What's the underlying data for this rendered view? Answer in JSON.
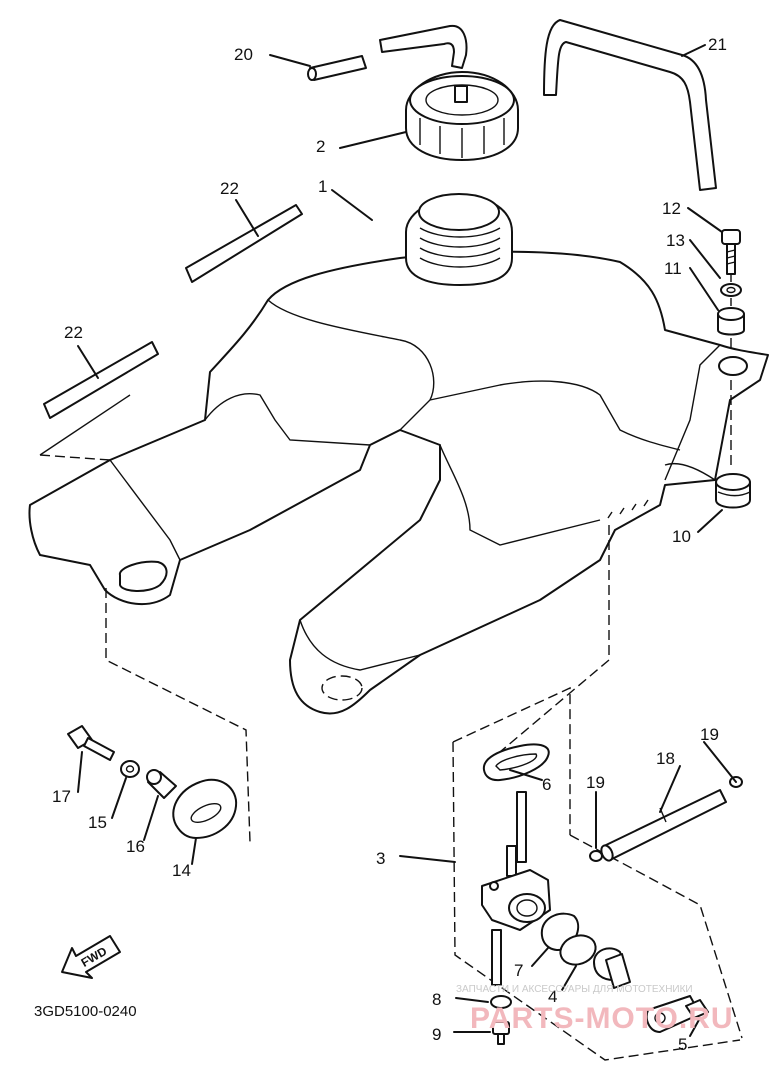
{
  "drawing_code": "3GD5100-0240",
  "fwd_label": "FWD",
  "watermark": {
    "line1": "ЗАПЧАСТИ И АКСЕССУАРЫ ДЛЯ МОТОТЕХНИКИ",
    "line2": "PARTS-MOTO.RU"
  },
  "callouts": {
    "c1": "1",
    "c2": "2",
    "c3": "3",
    "c4": "4",
    "c5": "5",
    "c6": "6",
    "c7": "7",
    "c8": "8",
    "c9": "9",
    "c10": "10",
    "c11": "11",
    "c12": "12",
    "c13": "13",
    "c14": "14",
    "c15": "15",
    "c16": "16",
    "c17": "17",
    "c18": "18",
    "c19a": "19",
    "c19b": "19",
    "c20": "20",
    "c21": "21",
    "c22a": "22",
    "c22b": "22"
  }
}
